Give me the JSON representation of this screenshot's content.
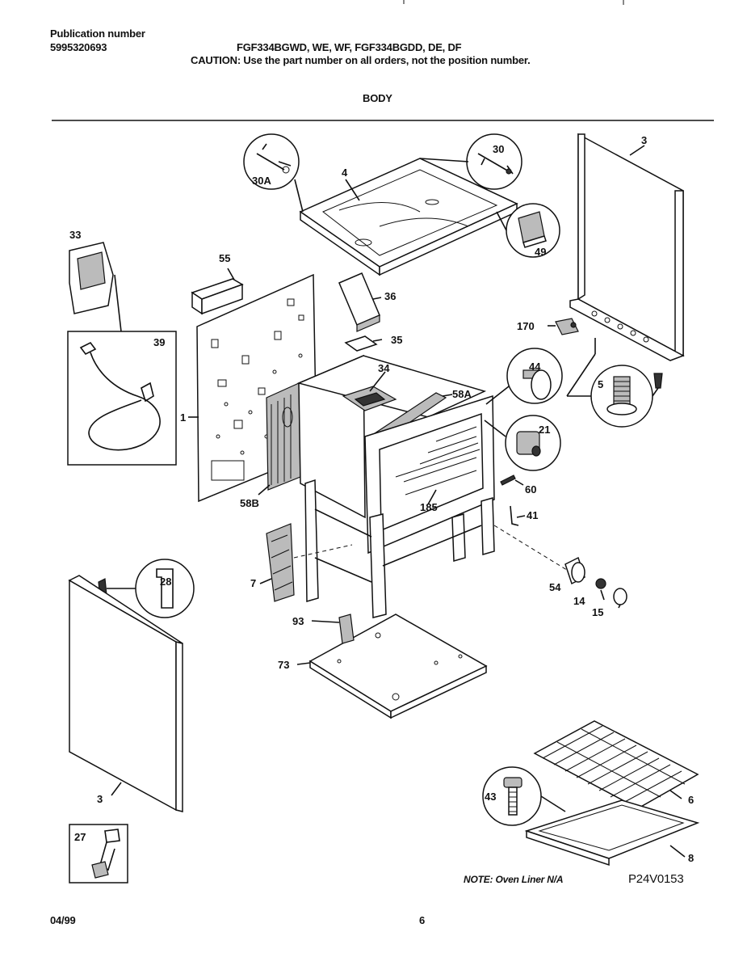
{
  "header": {
    "pub_label": "Publication number",
    "pub_number": "5995320693",
    "models": "FGF334BGWD, WE, WF, FGF334BGDD, DE, DF",
    "caution": "CAUTION:  Use the part number on all orders, not the position number.",
    "section_title": "BODY"
  },
  "callouts": {
    "c30a": "30A",
    "c4": "4",
    "c30": "30",
    "c3_top": "3",
    "c49": "49",
    "c33": "33",
    "c55": "55",
    "c36": "36",
    "c35": "35",
    "c170": "170",
    "c39": "39",
    "c34": "34",
    "c44": "44",
    "c58a": "58A",
    "c5": "5",
    "c1": "1",
    "c21": "21",
    "c58b": "58B",
    "c60": "60",
    "c185": "185",
    "c41": "41",
    "c7": "7",
    "c28": "28",
    "c54": "54",
    "c14": "14",
    "c15": "15",
    "c93": "93",
    "c73": "73",
    "c43": "43",
    "c6": "6",
    "c3_bottom": "3",
    "c8": "8",
    "c27": "27"
  },
  "footer": {
    "note": "NOTE: Oven Liner N/A",
    "diagram_code": "P24V0153",
    "date": "04/99",
    "page_number": "6"
  }
}
